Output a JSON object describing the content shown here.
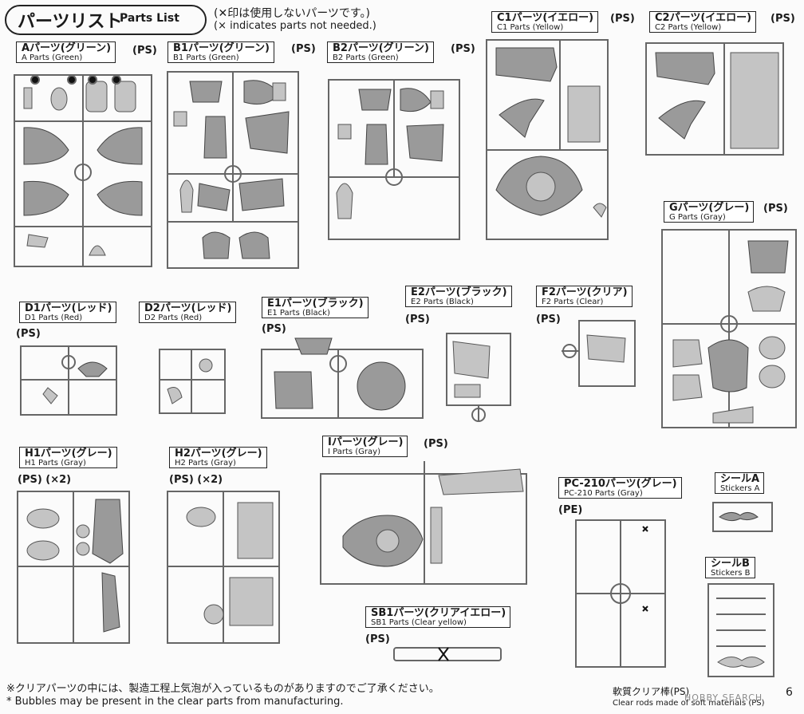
{
  "header": {
    "title_jp": "パーツリスト",
    "title_en": "Parts List",
    "note_jp": "(✕印は使用しないパーツです。)",
    "note_en": "(× indicates parts not needed.)"
  },
  "sections": {
    "A": {
      "jp": "Aパーツ(グリーン)",
      "en": "A Parts (Green)",
      "mat": "(PS)"
    },
    "B1": {
      "jp": "B1パーツ(グリーン)",
      "en": "B1 Parts (Green)",
      "mat": "(PS)"
    },
    "B2": {
      "jp": "B2パーツ(グリーン)",
      "en": "B2 Parts (Green)",
      "mat": "(PS)"
    },
    "C1": {
      "jp": "C1パーツ(イエロー)",
      "en": "C1 Parts (Yellow)",
      "mat": "(PS)"
    },
    "C2": {
      "jp": "C2パーツ(イエロー)",
      "en": "C2 Parts (Yellow)",
      "mat": "(PS)"
    },
    "G": {
      "jp": "Gパーツ(グレー)",
      "en": "G Parts (Gray)",
      "mat": "(PS)"
    },
    "D1": {
      "jp": "D1パーツ(レッド)",
      "en": "D1 Parts (Red)",
      "mat": "(PS)"
    },
    "D2": {
      "jp": "D2パーツ(レッド)",
      "en": "D2 Parts (Red)",
      "mat": ""
    },
    "E1": {
      "jp": "E1パーツ(ブラック)",
      "en": "E1 Parts (Black)",
      "mat": "(PS)"
    },
    "E2": {
      "jp": "E2パーツ(ブラック)",
      "en": "E2 Parts (Black)",
      "mat": "(PS)"
    },
    "F2": {
      "jp": "F2パーツ(クリア)",
      "en": "F2 Parts (Clear)",
      "mat": "(PS)"
    },
    "H1": {
      "jp": "H1パーツ(グレー)",
      "en": "H1 Parts (Gray)",
      "mat": "(PS) (×2)"
    },
    "H2": {
      "jp": "H2パーツ(グレー)",
      "en": "H2 Parts (Gray)",
      "mat": "(PS) (×2)"
    },
    "I": {
      "jp": "Iパーツ(グレー)",
      "en": "I Parts (Gray)",
      "mat": "(PS)"
    },
    "SB1": {
      "jp": "SB1パーツ(クリアイエロー)",
      "en": "SB1 Parts (Clear yellow)",
      "mat": "(PS)"
    },
    "PC": {
      "jp": "PC-210パーツ(グレー)",
      "en": "PC-210 Parts (Gray)",
      "mat": "(PE)"
    },
    "StA": {
      "jp": "シールA",
      "en": "Stickers A",
      "mat": ""
    },
    "StB": {
      "jp": "シールB",
      "en": "Stickers B",
      "mat": ""
    }
  },
  "footer": {
    "note_jp": "※クリアパーツの中には、製造工程上気泡が入っているものがありますのでご了承ください。",
    "note_en": "* Bubbles may be present in the clear parts from manufacturing.",
    "rods_jp": "軟質クリア棒(PS)",
    "rods_en": "Clear rods made of soft materials (PS)",
    "page": "6",
    "watermark": "HOBBY SEARCH"
  }
}
